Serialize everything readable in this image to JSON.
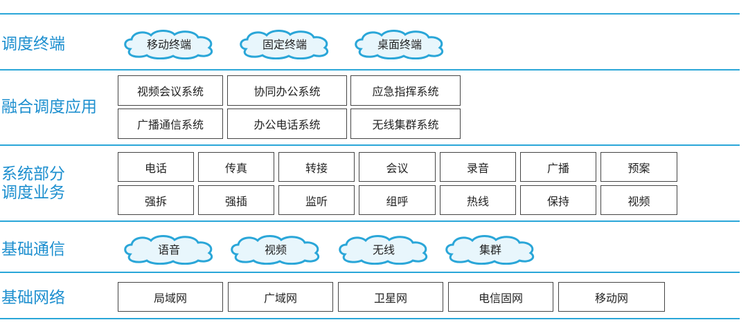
{
  "colors": {
    "accent": "#2aa6d8",
    "label": "#1d8fcf",
    "cloud_fill": "#e8f6fc",
    "box_border": "#444444"
  },
  "layers": {
    "terminal": {
      "label": "调度终端",
      "clouds": [
        "移动终端",
        "固定终端",
        "桌面终端"
      ]
    },
    "application": {
      "label": "融合调度应用",
      "row1": [
        "视频会议系统",
        "协同办公系统",
        "应急指挥系统"
      ],
      "row2": [
        "广播通信系统",
        "办公电话系统",
        "无线集群系统"
      ]
    },
    "services": {
      "label_line1": "系统部分",
      "label_line2": "调度业务",
      "row1": [
        "电话",
        "传真",
        "转接",
        "会议",
        "录音",
        "广播",
        "预案"
      ],
      "row2": [
        "强拆",
        "强插",
        "监听",
        "组呼",
        "热线",
        "保持",
        "视频"
      ]
    },
    "communication": {
      "label": "基础通信",
      "clouds": [
        "语音",
        "视频",
        "无线",
        "集群"
      ]
    },
    "network": {
      "label": "基础网络",
      "boxes": [
        "局域网",
        "广域网",
        "卫星网",
        "电信固网",
        "移动网"
      ]
    }
  }
}
